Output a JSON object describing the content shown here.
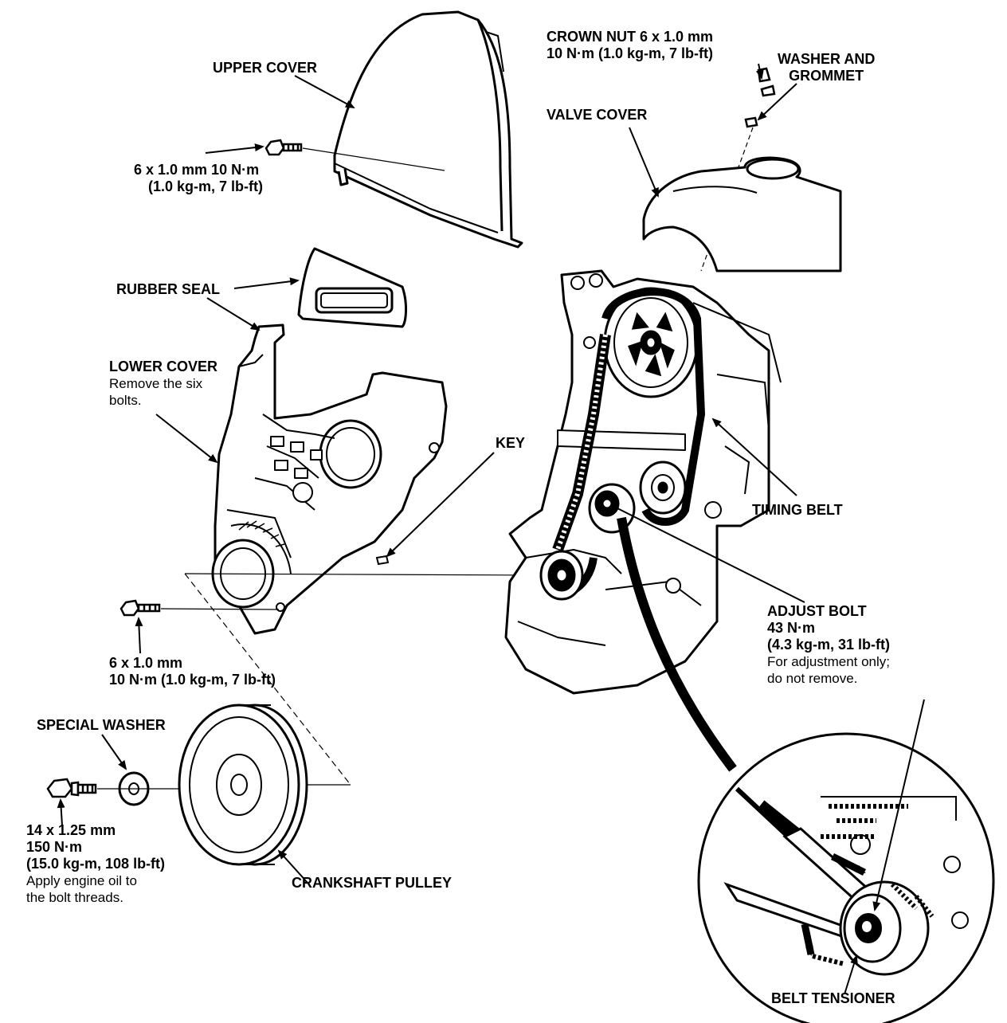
{
  "labels": {
    "upper_cover": "UPPER COVER",
    "upper_bolt": [
      "6 x 1.0 mm 10 N·m",
      "(1.0 kg-m, 7 lb-ft)"
    ],
    "crown_nut": [
      "CROWN NUT 6 x 1.0 mm",
      "10 N·m (1.0 kg-m, 7 lb-ft)"
    ],
    "washer_grommet": [
      "WASHER AND",
      "GROMMET"
    ],
    "valve_cover": "VALVE COVER",
    "rubber_seal": "RUBBER SEAL",
    "lower_cover": [
      "LOWER COVER",
      "Remove the six",
      "bolts."
    ],
    "key": "KEY",
    "timing_belt": "TIMING BELT",
    "lower_bolt": [
      "6 x 1.0 mm",
      "10 N·m (1.0 kg-m, 7 lb-ft)"
    ],
    "adjust_bolt": [
      "ADJUST BOLT",
      "43 N·m",
      "(4.3 kg-m, 31 lb-ft)",
      "For adjustment only;",
      "do not remove."
    ],
    "special_washer": "SPECIAL WASHER",
    "crank_bolt": [
      "14 x 1.25 mm",
      "150 N·m",
      "(15.0 kg-m, 108 lb-ft)",
      "Apply engine oil to",
      "the bolt threads."
    ],
    "crankshaft_pulley": "CRANKSHAFT PULLEY",
    "belt_tensioner": "BELT TENSIONER"
  },
  "colors": {
    "ink": "#000000",
    "paper": "#ffffff"
  }
}
